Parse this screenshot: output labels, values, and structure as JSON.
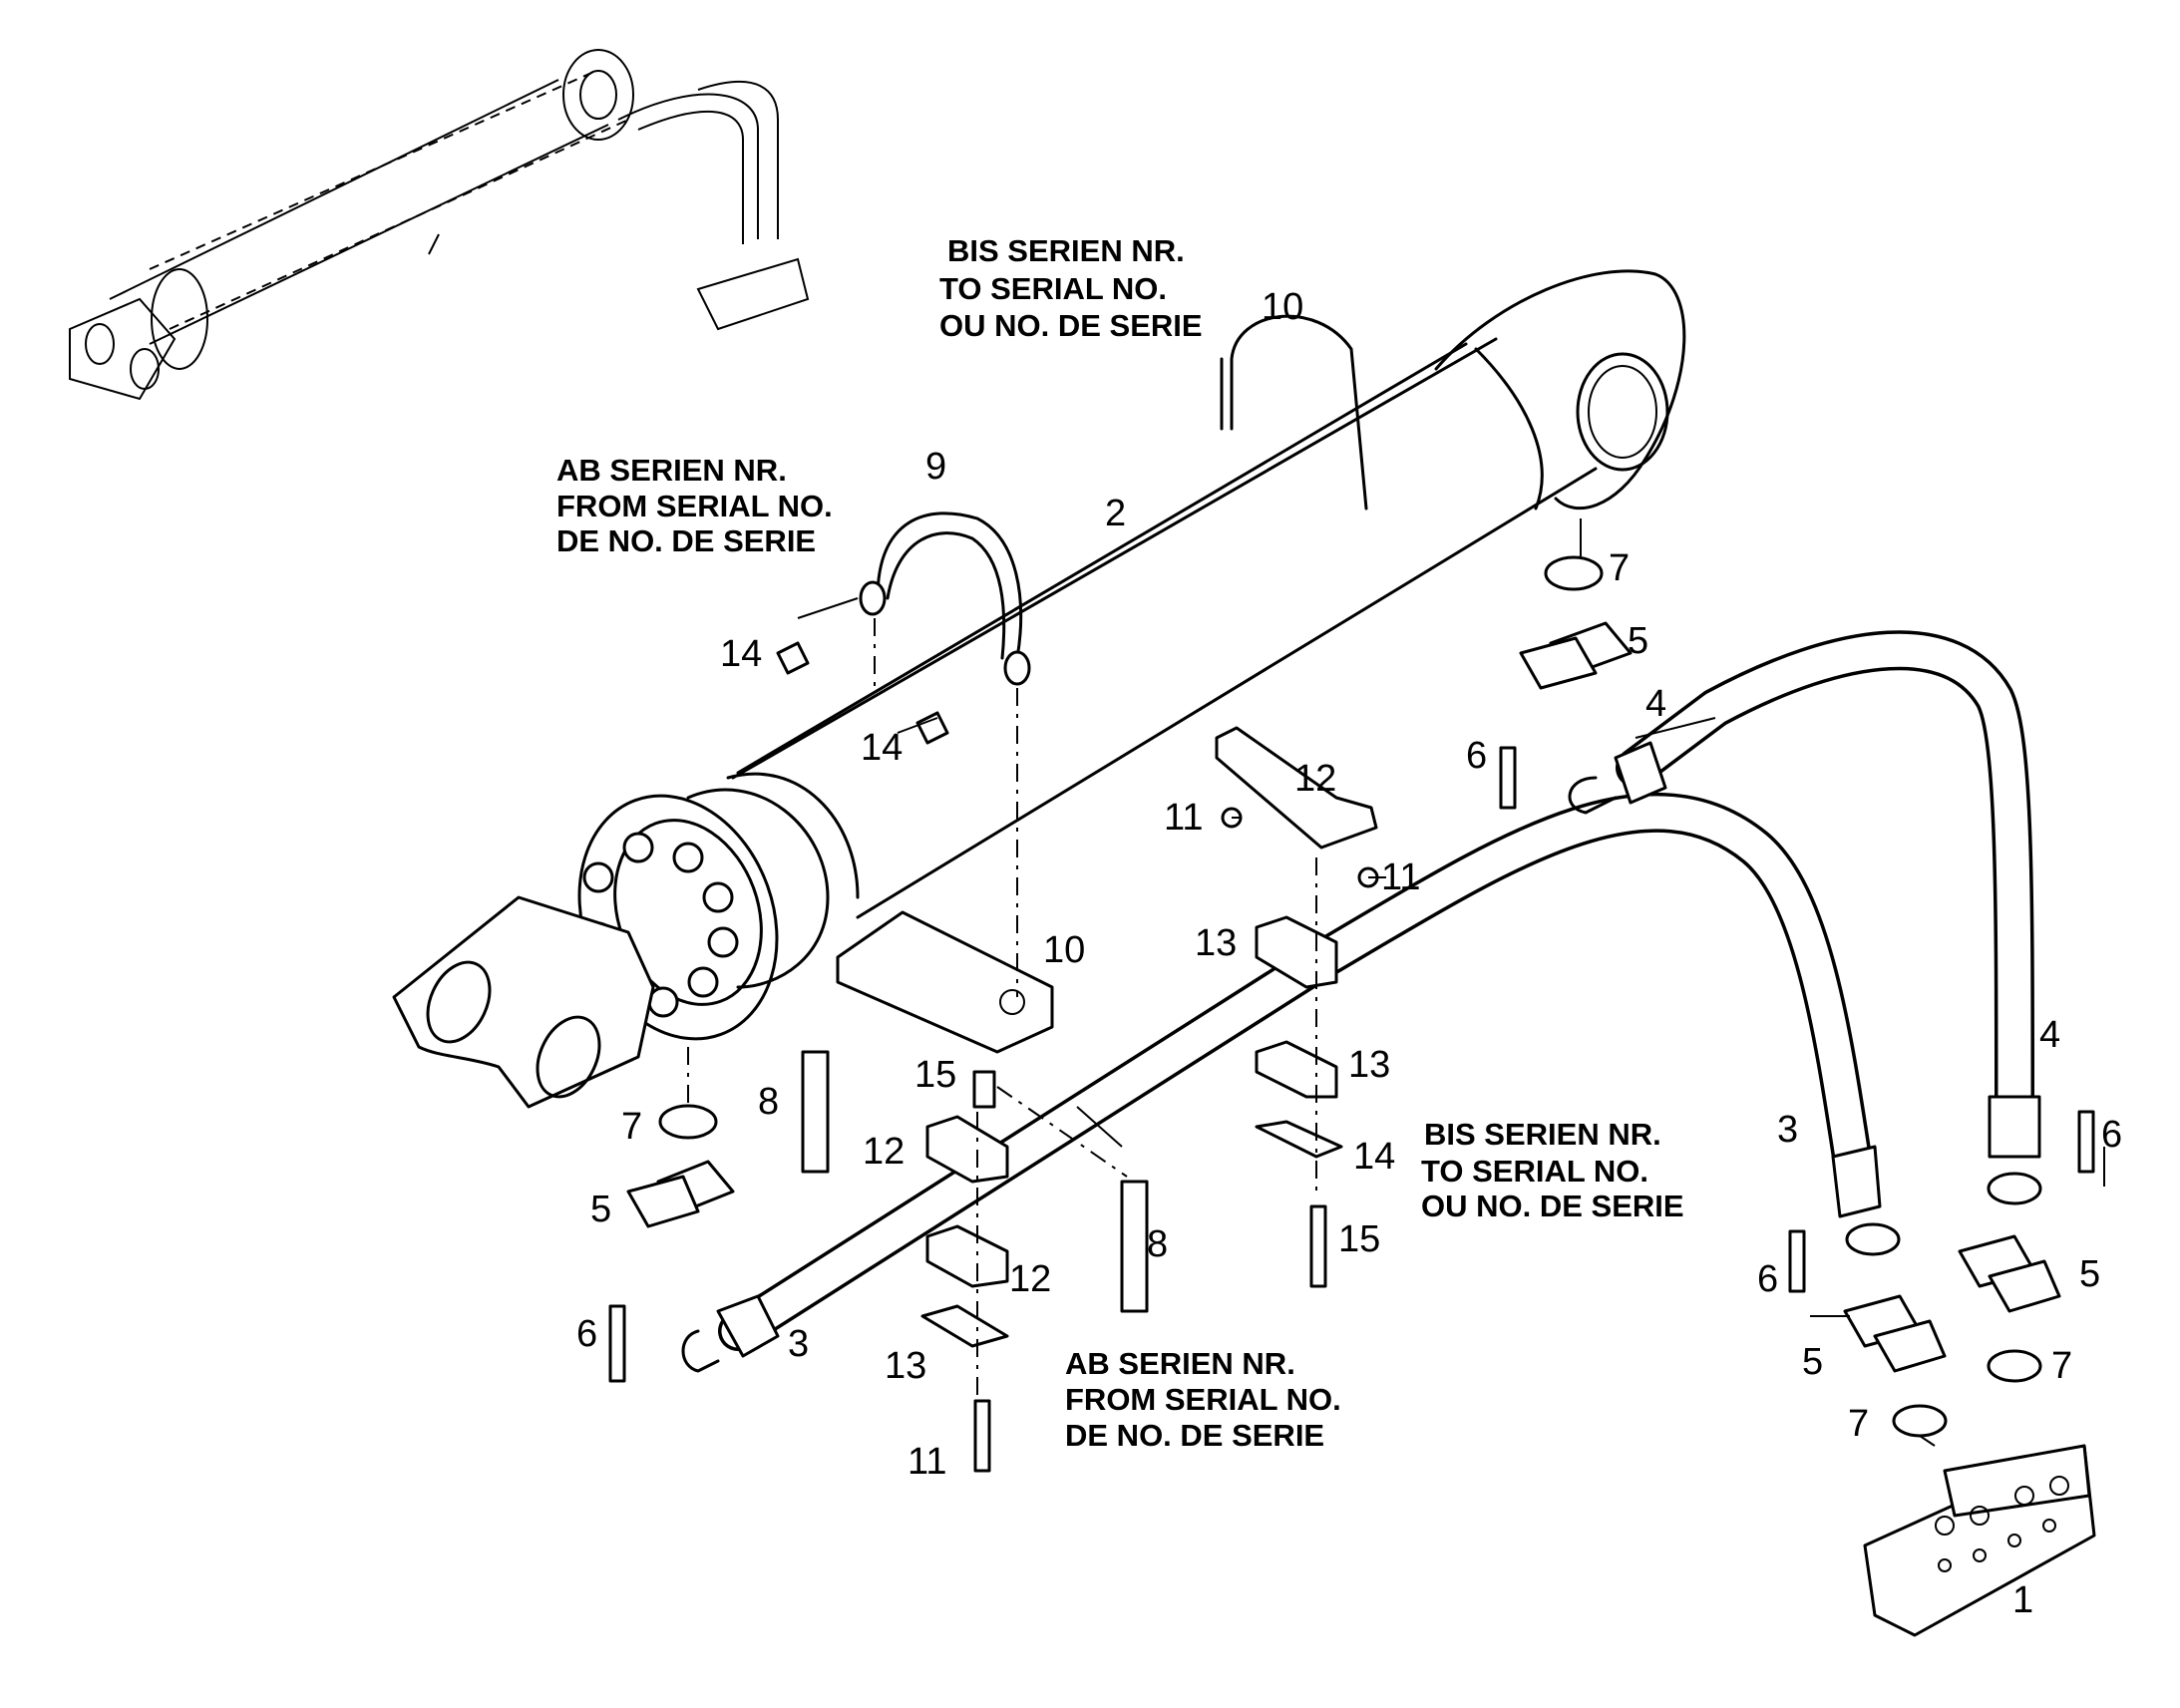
{
  "callouts": {
    "c1": "1",
    "c2": "2",
    "c3a": "3",
    "c3b": "3",
    "c4a": "4",
    "c4b": "4",
    "c5a": "5",
    "c5b": "5",
    "c5c": "5",
    "c5d": "5",
    "c6a": "6",
    "c6b": "6",
    "c6c": "6",
    "c6d": "6",
    "c7a": "7",
    "c7b": "7",
    "c7c": "7",
    "c7d": "7",
    "c8a": "8",
    "c8b": "8",
    "c9": "9",
    "c10a": "10",
    "c10b": "10",
    "c11a": "11",
    "c11b": "11",
    "c11c": "11",
    "c12a": "12",
    "c12b": "12",
    "c12c": "12",
    "c13a": "13",
    "c13b": "13",
    "c13c": "13",
    "c14a": "14",
    "c14b": "14",
    "c14c": "14",
    "c15a": "15",
    "c15b": "15"
  },
  "notes": {
    "top_right": [
      "BIS SERIEN NR.",
      "TO SERIAL NO.",
      "OU NO. DE SERIE"
    ],
    "top_left": [
      "AB SERIEN NR.",
      "FROM SERIAL NO.",
      "DE NO. DE SERIE"
    ],
    "mid_right": [
      "BIS SERIEN NR.",
      "TO SERIAL NO.",
      "OU NO. DE SERIE"
    ],
    "bottom": [
      "AB SERIEN NR.",
      "FROM SERIAL NO.",
      "DE NO. DE SERIE"
    ]
  }
}
